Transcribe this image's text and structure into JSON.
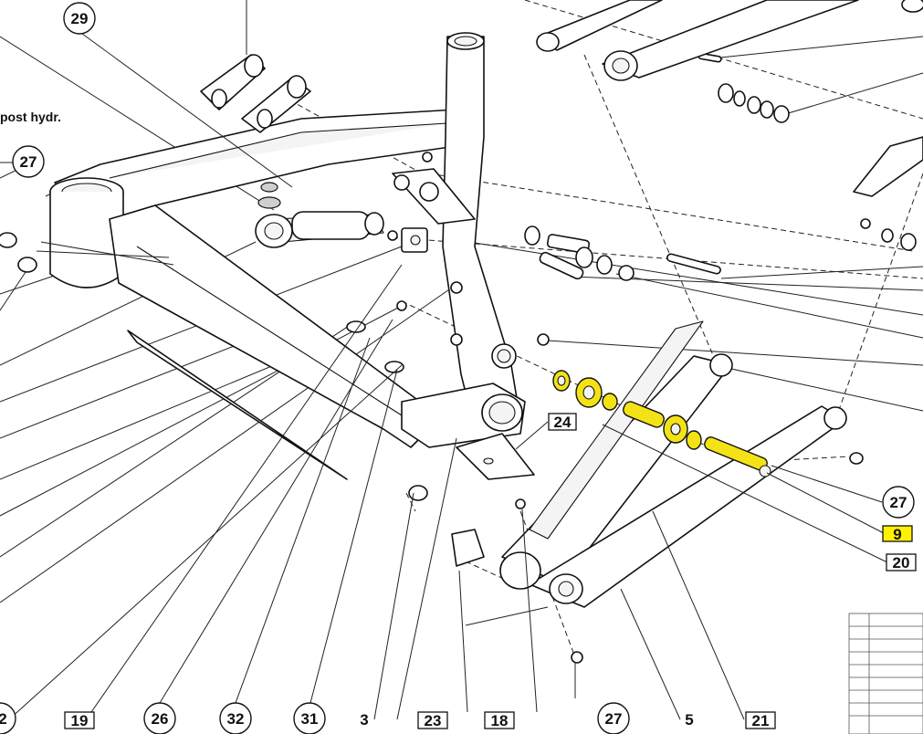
{
  "side_text": "post hydr.",
  "callouts": {
    "c29": "29",
    "c27_top": "27",
    "c24": "24",
    "c27_right": "27",
    "c9": "9",
    "c20": "20",
    "c2": "2",
    "c19": "19",
    "c26": "26",
    "c32": "32",
    "c31": "31",
    "c3": "3",
    "c23": "23",
    "c18": "18",
    "c27_bottom": "27",
    "c5": "5",
    "c21": "21"
  },
  "colors": {
    "highlight": "#f3e316",
    "label_highlight": "#fff200",
    "ink": "#111111"
  }
}
